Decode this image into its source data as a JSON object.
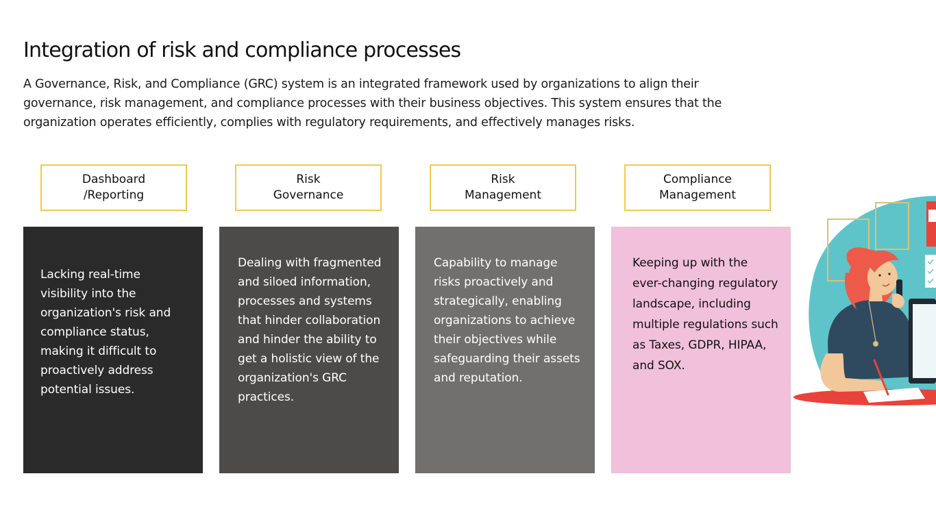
{
  "page": {
    "title": "Integration of risk and compliance processes",
    "intro": "A Governance, Risk, and Compliance (GRC) system is an integrated framework used by organizations to align their governance, risk management, and compliance processes with their business objectives. This system ensures that the organization operates efficiently, complies with regulatory requirements, and effectively manages risks."
  },
  "labels": [
    {
      "line1": "Dashboard",
      "line2": "/Reporting"
    },
    {
      "line1": "Risk",
      "line2": "Governance"
    },
    {
      "line1": "Risk",
      "line2": "Management"
    },
    {
      "line1": "Compliance",
      "line2": "Management"
    }
  ],
  "cards": [
    {
      "text": "Lacking real-time visibility into the organization's risk and compliance status, making it difficult to proactively address potential issues."
    },
    {
      "text": "Dealing with fragmented and siloed information, processes and systems that hinder collaboration and hinder the ability to get a holistic view of the organization's GRC practices."
    },
    {
      "text": "Capability to manage risks proactively and strategically, enabling organizations to achieve their objectives while safeguarding their assets and reputation."
    },
    {
      "text": "Keeping up with the ever-changing regulatory landscape, including multiple regulations such as Taxes, GDPR, HIPAA, and SOX."
    }
  ],
  "colors": {
    "label_border": "#f2c94c",
    "card_1": "#2b2a2a",
    "card_2": "#4d4b4a",
    "card_3": "#72706e",
    "card_4": "#f1c0da",
    "illustration_bg": "#5ec4c9",
    "hair": "#ee5a4a"
  },
  "illustration": {
    "icon": "woman-on-phone-at-desk-illustration"
  }
}
